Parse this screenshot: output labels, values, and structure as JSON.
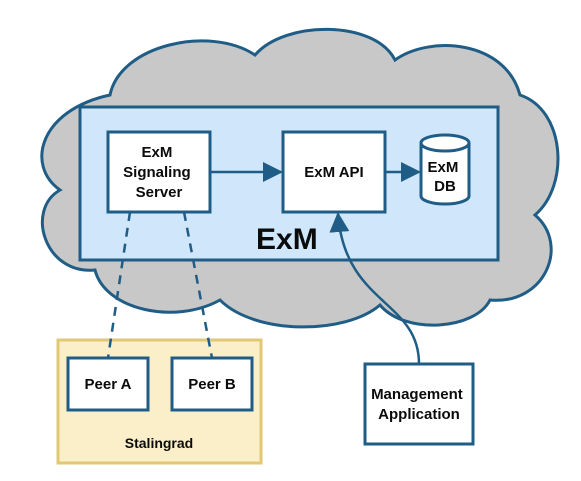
{
  "diagram": {
    "cloud_label": "ExM",
    "signaling_server": [
      "ExM",
      "Signaling",
      "Server"
    ],
    "api": "ExM API",
    "db": [
      "ExM",
      "DB"
    ],
    "peer_a": "Peer A",
    "peer_b": "Peer B",
    "group_label": "Stalingrad",
    "management_app": [
      "Management",
      "Application"
    ]
  },
  "colors": {
    "cloud_fill": "#c8c8c8",
    "stroke_blue": "#1f5d86",
    "exm_area_fill": "#cfe6fb",
    "node_fill": "#ffffff",
    "group_fill": "#fbefc9",
    "group_stroke": "#e2c774"
  }
}
